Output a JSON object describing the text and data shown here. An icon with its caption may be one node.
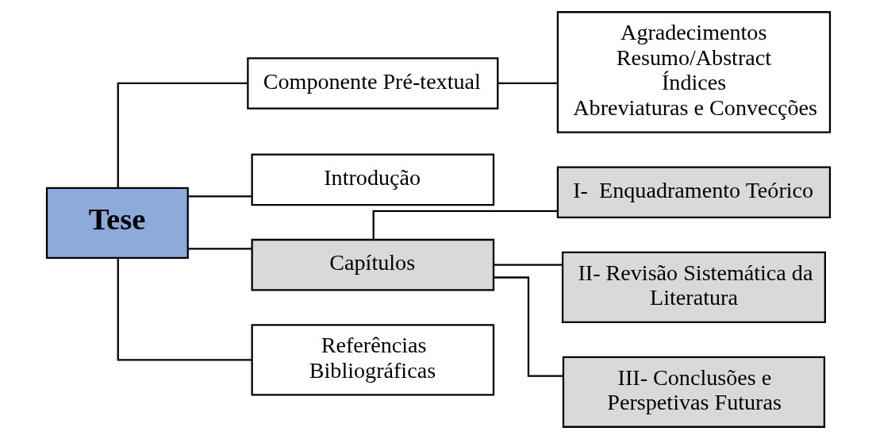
{
  "diagram": {
    "nodes": [
      {
        "text": [
          "Tese"
        ]
      },
      {
        "text": [
          "Componente Pré-textual"
        ]
      },
      {
        "text": [
          "Agradecimentos",
          "Resumo/Abstract",
          "Índices",
          "Abreviaturas e Convecções"
        ]
      },
      {
        "text": [
          "Introdução"
        ]
      },
      {
        "text": [
          "Capítulos"
        ]
      },
      {
        "text": [
          "I-  Enquadramento Teórico"
        ]
      },
      {
        "text": [
          "II- Revisão Sistemática da Literatura"
        ]
      },
      {
        "text": [
          "III- Conclusões e Perspetivas Futuras"
        ]
      },
      {
        "text": [
          "Referências Bibliográficas"
        ]
      }
    ],
    "edges": [
      {
        "from": 0,
        "to": 1,
        "arrow": "none"
      },
      {
        "from": 0,
        "to": 3,
        "arrow": "none"
      },
      {
        "from": 0,
        "to": 4,
        "arrow": "none"
      },
      {
        "from": 0,
        "to": 8,
        "arrow": "none"
      },
      {
        "from": 1,
        "to": 2,
        "arrow": "none"
      },
      {
        "from": 4,
        "to": 5,
        "arrow": "none"
      },
      {
        "from": 4,
        "to": 6,
        "arrow": "none"
      },
      {
        "from": 4,
        "to": 7,
        "arrow": "none"
      }
    ]
  }
}
